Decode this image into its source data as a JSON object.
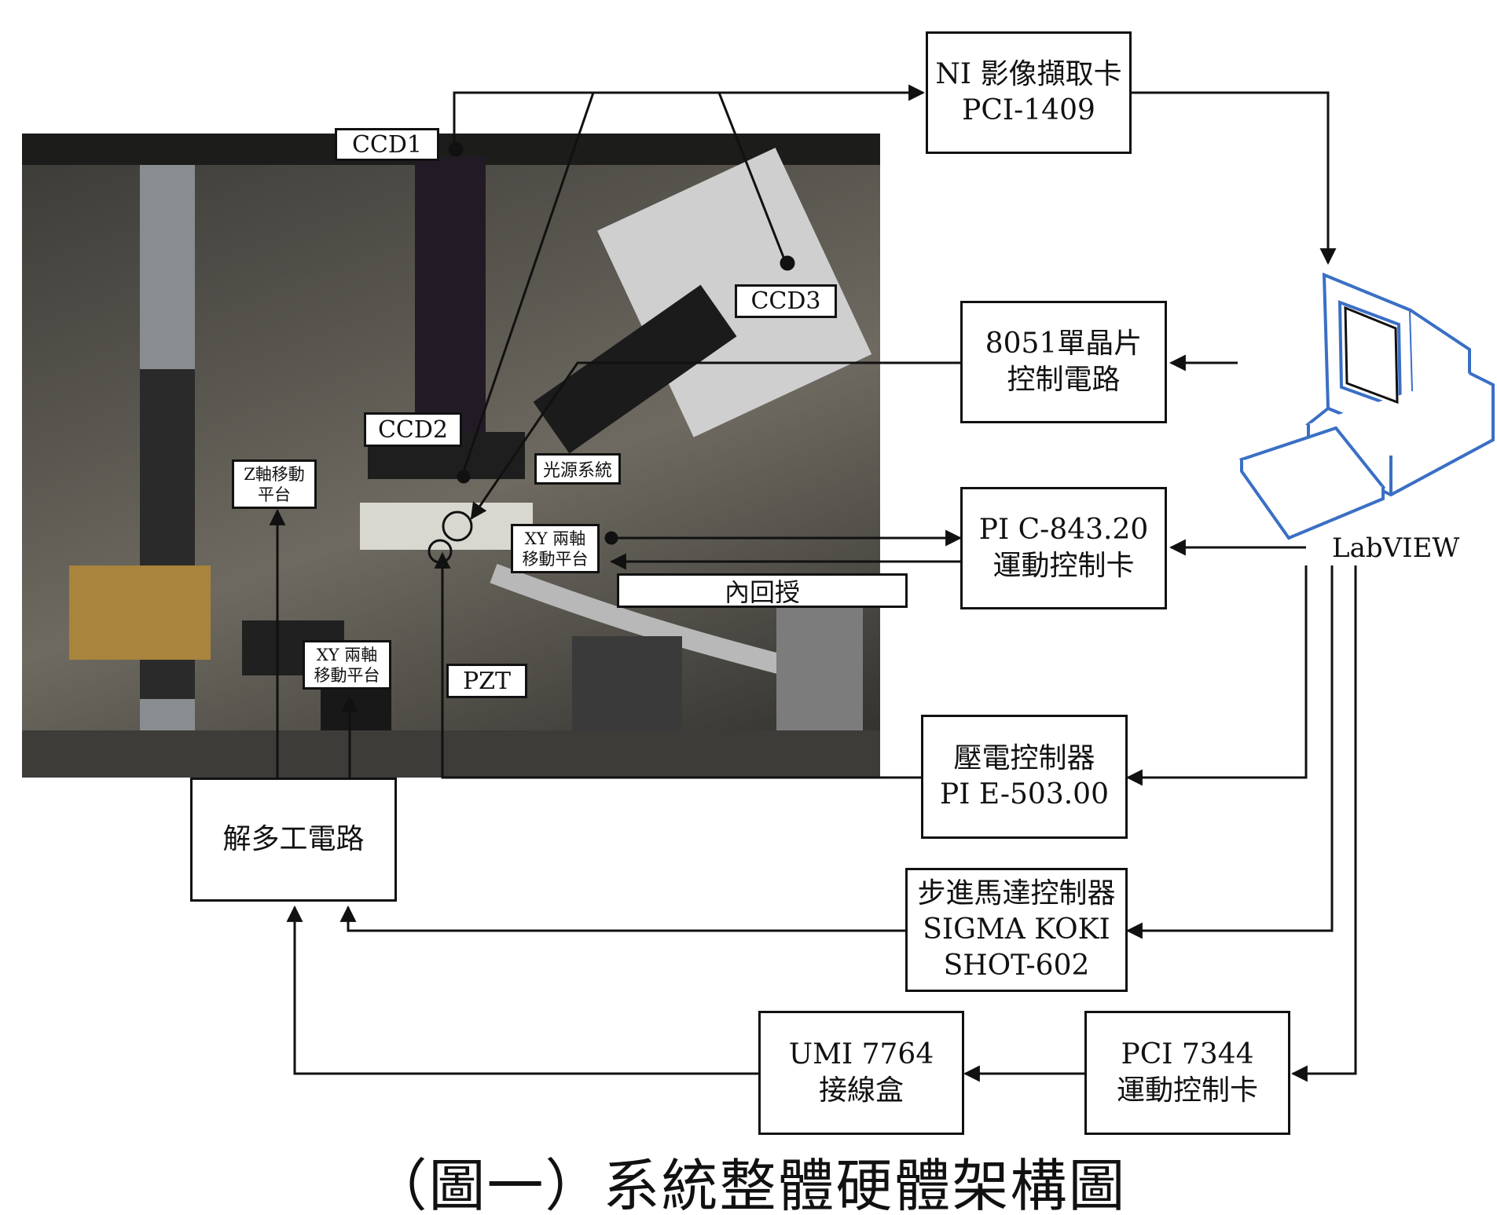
{
  "caption": "（圖一）系統整體硬體架構圖",
  "computer_label": "LabVIEW",
  "blocks": {
    "ni_card": [
      "NI 影像擷取卡",
      "PCI-1409"
    ],
    "mcu_8051": [
      "8051單晶片",
      "控制電路"
    ],
    "pi_c843": [
      "PI C-843.20",
      "運動控制卡"
    ],
    "piezo_ctrl": [
      "壓電控制器",
      "PI E-503.00"
    ],
    "stepper_ctrl": [
      "步進馬達控制器",
      "SIGMA KOKI",
      "SHOT-602"
    ],
    "pci7344": [
      "PCI 7344",
      "運動控制卡"
    ],
    "umi7764": [
      "UMI 7764",
      "接線盒"
    ],
    "demux": [
      "解多工電路"
    ]
  },
  "photo_labels": {
    "ccd1": "CCD1",
    "ccd2": "CCD2",
    "ccd3": "CCD3",
    "light": "光源系統",
    "z_stage": [
      "Z軸移動",
      "平台"
    ],
    "xy_stage_right": [
      "XY 兩軸",
      "移動平台"
    ],
    "xy_stage_left": [
      "XY 兩軸",
      "移動平台"
    ],
    "feedback": "內回授",
    "pzt": "PZT"
  },
  "colors": {
    "line": "#111111",
    "computer": "#3a6fc4",
    "photo_dark": "#3b3a36"
  }
}
